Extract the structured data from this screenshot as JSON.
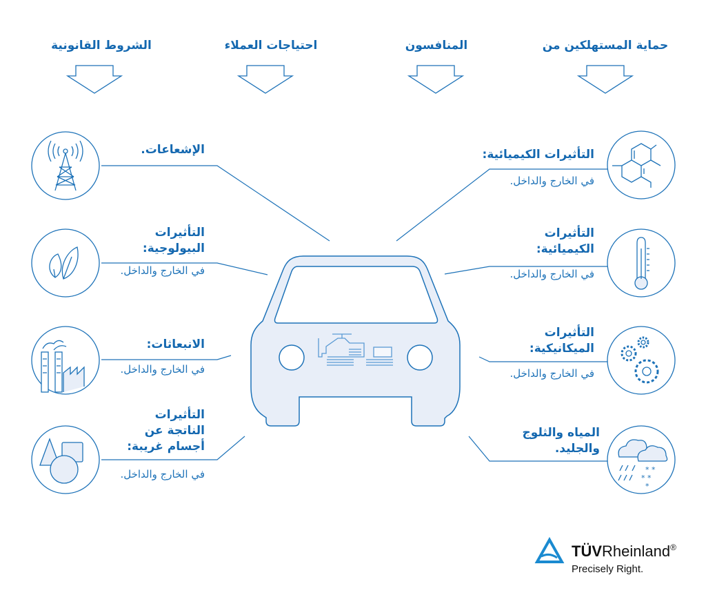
{
  "headers": [
    "حماية المستهلكين من",
    "المنافسون",
    "احتياجات العملاء",
    "الشروط القانونية"
  ],
  "left_items": [
    {
      "title": "الإشعاعات.",
      "subtitle": "",
      "icon": "radio-tower-icon"
    },
    {
      "title": "التأثيرات البيولوجية:",
      "subtitle": "في الخارج والداخل.",
      "icon": "leaf-icon"
    },
    {
      "title": "الانبعاثات:",
      "subtitle": "في الخارج والداخل.",
      "icon": "factory-icon"
    },
    {
      "title": "التأثيرات الناتجة عن أجسام غريبة:",
      "subtitle": "في الخارج والداخل.",
      "icon": "shapes-icon"
    }
  ],
  "right_items": [
    {
      "title": "التأثيرات الكيميائية:",
      "subtitle": "في الخارج والداخل.",
      "icon": "molecule-icon"
    },
    {
      "title": "التأثيرات الكيميائية:",
      "subtitle": "في الخارج والداخل.",
      "icon": "thermometer-icon"
    },
    {
      "title": "التأثيرات الميكانيكية:",
      "subtitle": "في الخارج والداخل.",
      "icon": "gears-icon"
    },
    {
      "title": "المياه والثلوج والجليد.",
      "subtitle": "",
      "icon": "weather-icon"
    }
  ],
  "logo": {
    "brand_bold": "TÜV",
    "brand_rest": "Rheinland",
    "registered": "®",
    "tagline": "Precisely Right."
  },
  "colors": {
    "primary": "#1468b0",
    "line": "#1d72b8",
    "car_fill": "#e8eef8"
  }
}
